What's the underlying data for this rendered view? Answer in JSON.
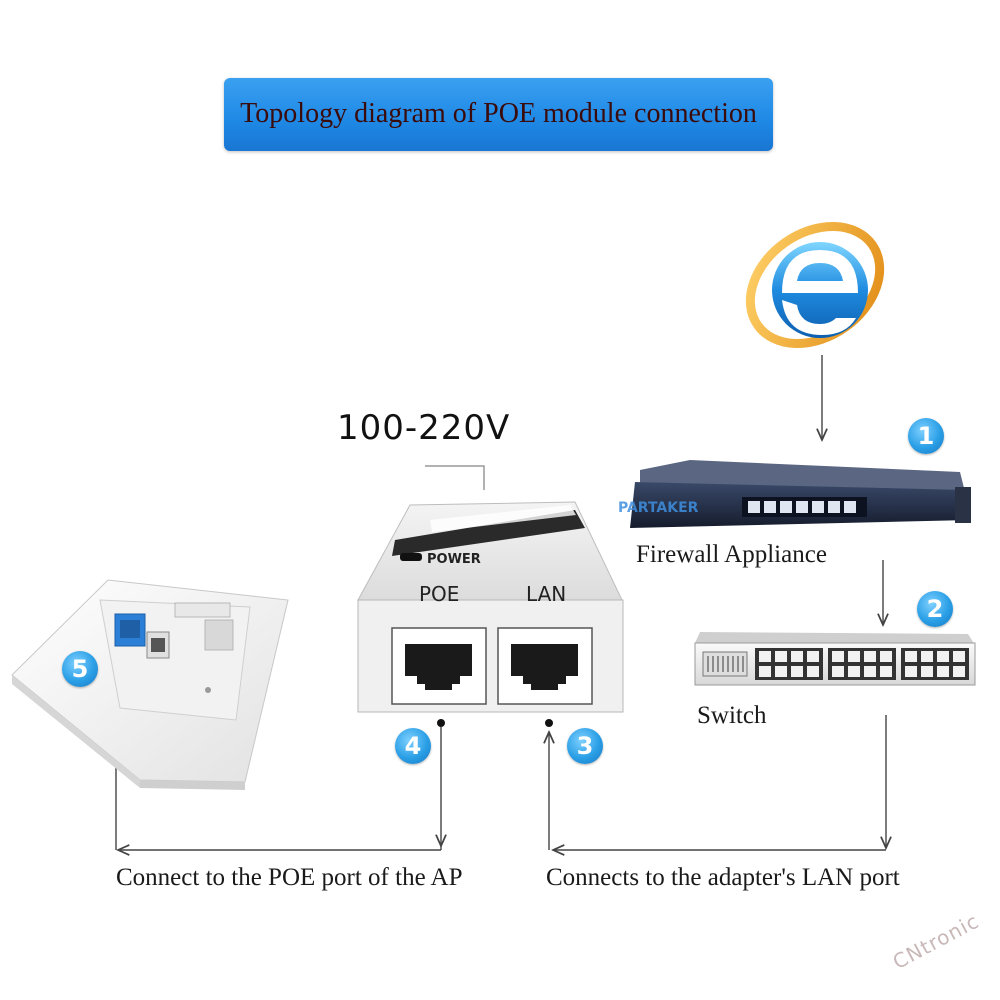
{
  "title": "Topology diagram of POE module connection",
  "voltage": "100-220V",
  "injector": {
    "power_label": "POWER",
    "poe_label": "POE",
    "lan_label": "LAN"
  },
  "devices": {
    "firewall_label": "Firewall Appliance",
    "firewall_brand": "PARTAKER",
    "switch_label": "Switch"
  },
  "badges": [
    "1",
    "2",
    "3",
    "4",
    "5"
  ],
  "connections": {
    "poe_to_ap": "Connect to the POE port of the AP",
    "switch_to_lan": "Connects to the adapter's LAN port"
  },
  "watermark": "CNtronic",
  "colors": {
    "banner": "#1e88e5",
    "badge": "#2a9fe6",
    "title_text": "#3b0a0a",
    "line": "#444444"
  },
  "icons": {
    "internet": "internet-explorer-icon"
  }
}
